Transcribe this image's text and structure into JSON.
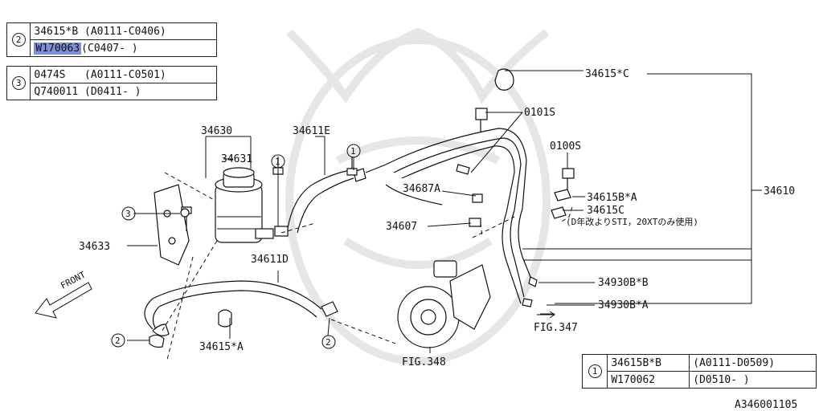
{
  "table_2": {
    "num": "2",
    "rows": [
      {
        "part": "34615*B",
        "range": "(A0111-C0406)"
      },
      {
        "part": "W170063",
        "range": "(C0407-        )",
        "highlighted": true
      }
    ]
  },
  "table_3": {
    "num": "3",
    "rows": [
      {
        "part": "0474S",
        "range": "(A0111-C0501)"
      },
      {
        "part": "Q740011",
        "range": "(D0411-        )"
      }
    ]
  },
  "table_1": {
    "num": "1",
    "rows": [
      {
        "part": "34615B*B",
        "range": "(A0111-D0509)"
      },
      {
        "part": "W170062",
        "range": "(D0510-        )"
      }
    ]
  },
  "labels": {
    "p34630": "34630",
    "p34631": "34631",
    "p34611E": "34611E",
    "p34615C_top": "34615*C",
    "p0101S": "0101S",
    "p0100S": "0100S",
    "p34687A": "34687A",
    "p34615BA": "34615B*A",
    "p34615C": "34615C",
    "note": "(D年改よりSTI，20XTのみ使用)",
    "p34610": "34610",
    "p34607": "34607",
    "p34633": "34633",
    "p34611D": "34611D",
    "p34930BB": "34930B*B",
    "p34930BA": "34930B*A",
    "fig347": "FIG.347",
    "fig348": "FIG.348",
    "p34615A": "34615*A",
    "front": "FRONT",
    "callout1": "1",
    "callout2": "2",
    "callout3": "3",
    "diagram_id": "A346001105"
  }
}
